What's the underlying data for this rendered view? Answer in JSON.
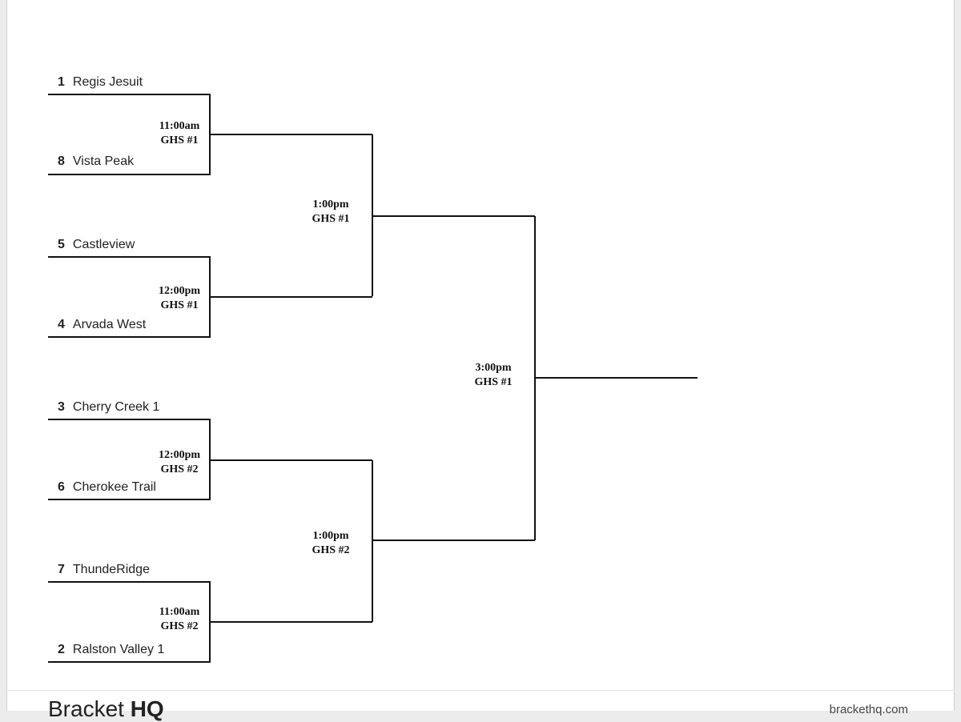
{
  "round1": [
    {
      "top": {
        "seed": "1",
        "name": "Regis Jesuit"
      },
      "bottom": {
        "seed": "8",
        "name": "Vista Peak"
      },
      "time": "11:00am",
      "site": "GHS #1"
    },
    {
      "top": {
        "seed": "5",
        "name": "Castleview"
      },
      "bottom": {
        "seed": "4",
        "name": "Arvada West"
      },
      "time": "12:00pm",
      "site": "GHS #1"
    },
    {
      "top": {
        "seed": "3",
        "name": "Cherry Creek 1"
      },
      "bottom": {
        "seed": "6",
        "name": "Cherokee Trail"
      },
      "time": "12:00pm",
      "site": "GHS #2"
    },
    {
      "top": {
        "seed": "7",
        "name": "ThundeRidge"
      },
      "bottom": {
        "seed": "2",
        "name": "Ralston Valley 1"
      },
      "time": "11:00am",
      "site": "GHS #2"
    }
  ],
  "round2": [
    {
      "time": "1:00pm",
      "site": "GHS #1"
    },
    {
      "time": "1:00pm",
      "site": "GHS #2"
    }
  ],
  "final": {
    "time": "3:00pm",
    "site": "GHS #1"
  },
  "footer": {
    "brand_regular": "Bracket ",
    "brand_bold": "HQ",
    "site": "brackethq.com"
  }
}
